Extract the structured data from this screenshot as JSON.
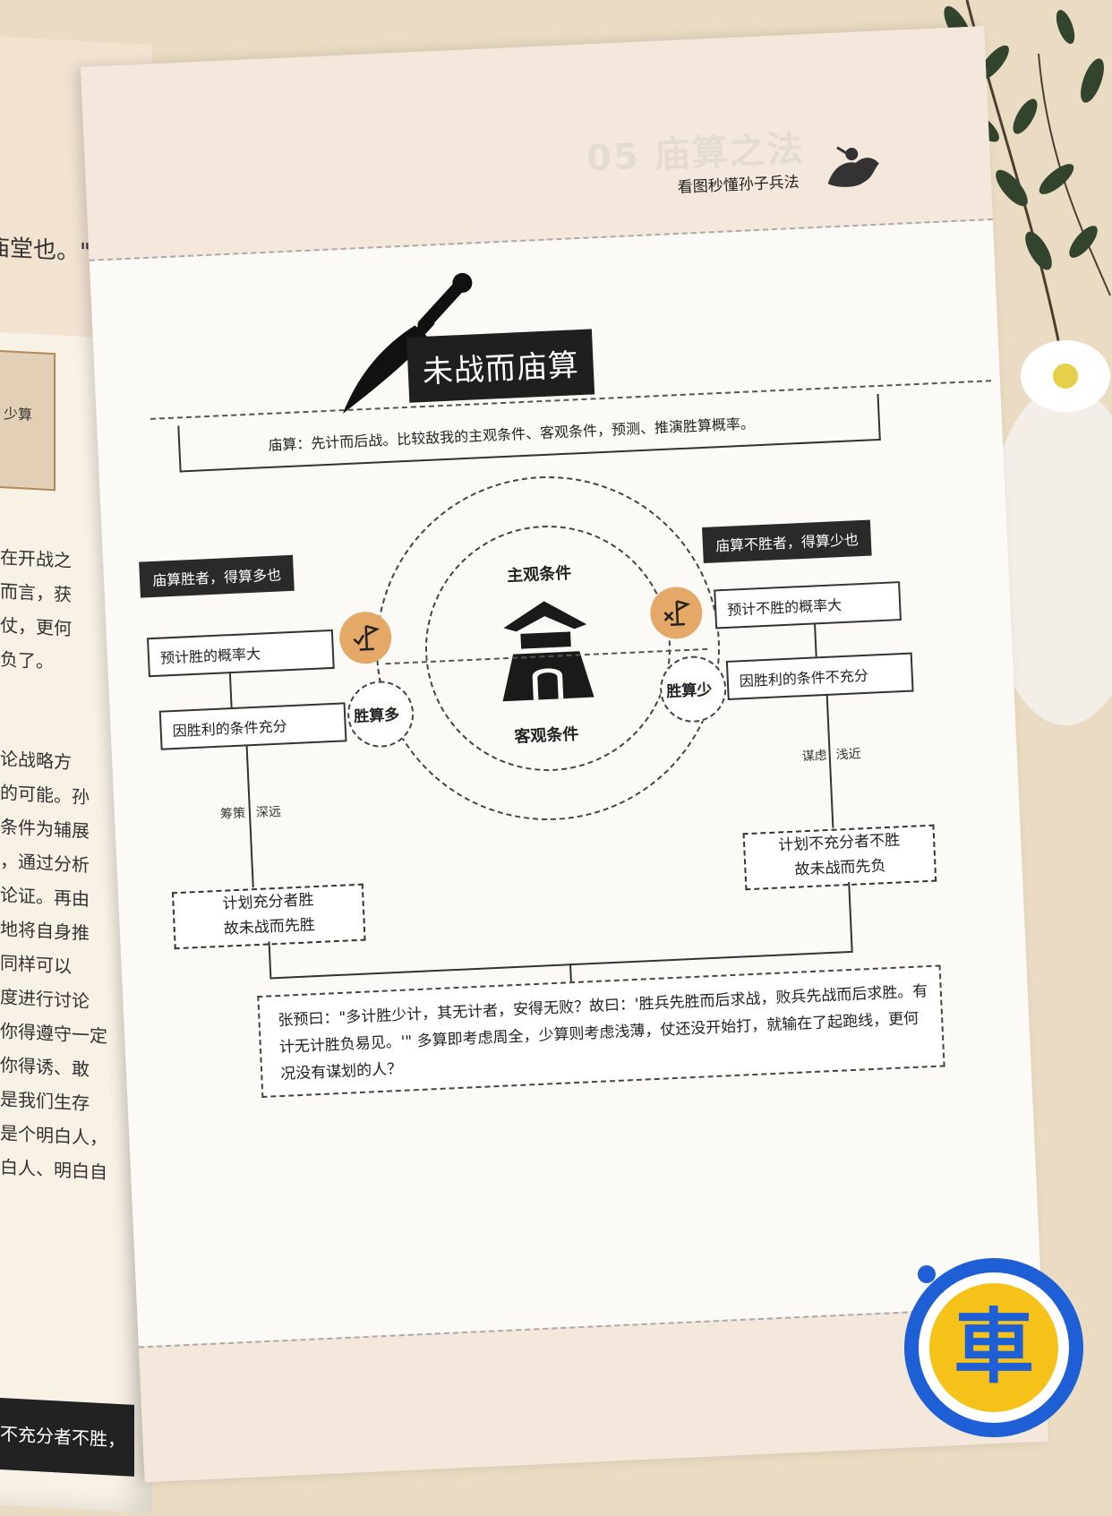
{
  "left_page": {
    "header_fragment": "庙堂也。\"",
    "box_label": "少算",
    "lines": [
      "，在开战之",
      "较而言，获",
      "胜仗，更何",
      "败负了。",
      "讨论战略方",
      "性的可能。孙",
      "观条件为辅展",
      "划，通过分析",
      "的论证。再由",
      "能地将自身推",
      "，同样可以",
      "角度进行讨论",
      "，你得遵守一定",
      "中你得诱、敢",
      "也是我们生存",
      "得是个明白人，",
      "明白人、明白自"
    ],
    "bottom_text": "不充分者不胜，"
  },
  "right_page": {
    "book_name": "看图秒懂孙子兵法",
    "header_ghost": "05 庙算之法",
    "title": "未战而庙算",
    "definition": "庙算：先计而后战。比较敌我的主观条件、客观条件，预测、推演胜算概率。",
    "center": {
      "top_label": "主观条件",
      "bottom_label": "客观条件"
    },
    "left_branch": {
      "header": "庙算胜者，得算多也",
      "box1": "预计胜的概率大",
      "box2": "因胜利的条件充分",
      "node": "胜算多",
      "side_a": "筹策",
      "side_b": "深远",
      "result_line1": "计划充分者胜",
      "result_line2": "故未战而先胜"
    },
    "right_branch": {
      "header": "庙算不胜者，得算少也",
      "box1": "预计不胜的概率大",
      "box2": "因胜利的条件不充分",
      "node": "胜算少",
      "side_a": "谋虑",
      "side_b": "浅近",
      "result_line1": "计划不充分者不胜",
      "result_line2": "故未战而先负"
    },
    "quote": "张预曰：\"多计胜少计，其无计者，安得无败？故曰：'胜兵先胜而后求战，败兵先战而后求胜。有计无计胜负易见。'\" 多算即考虑周全，少算则考虑浅薄，仗还没开始打，就输在了起跑线，更何况没有谋划的人？"
  },
  "watermark_logo": "車",
  "colors": {
    "page_bg": "#fbfaf7",
    "header_bg": "#f3e8db",
    "orange": "#e4a867",
    "logo_blue": "#1f5fd6",
    "logo_yellow": "#f6c21a"
  },
  "icons": [
    "sword-icon",
    "pagoda-icon",
    "check-flag-icon",
    "cross-flag-icon",
    "warrior-figure-icon"
  ]
}
